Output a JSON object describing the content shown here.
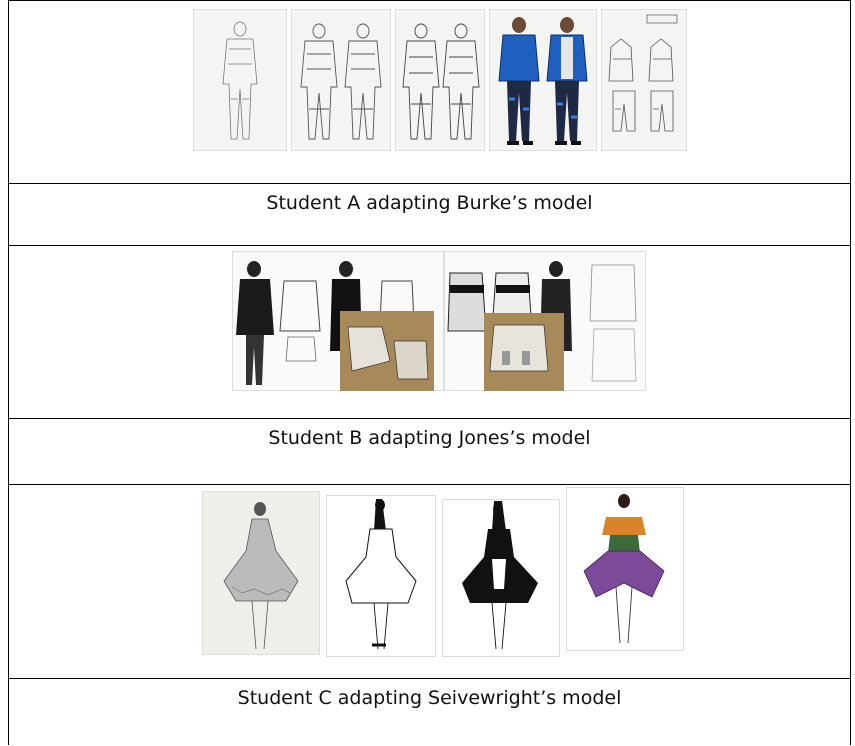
{
  "rows": [
    {
      "caption": "Student A adapting Burke’s model",
      "sheets": [
        "technical-sketch",
        "technical-sketch",
        "technical-sketch",
        "colour-illustration",
        "flat-drawing"
      ]
    },
    {
      "caption": "Student B adapting Jones’s model",
      "sheets": [
        "collage-left",
        "collage-right"
      ]
    },
    {
      "caption": "Student C adapting Seivewright’s model",
      "sheets": [
        "pencil-dress",
        "line-dress",
        "black-white-dress",
        "colour-dress"
      ]
    }
  ],
  "colors": {
    "blue": "#1f5fbf",
    "kraft": "#a88a5a",
    "purple": "#7c4a99",
    "green": "#3c6b3a",
    "orange": "#d9832b"
  }
}
